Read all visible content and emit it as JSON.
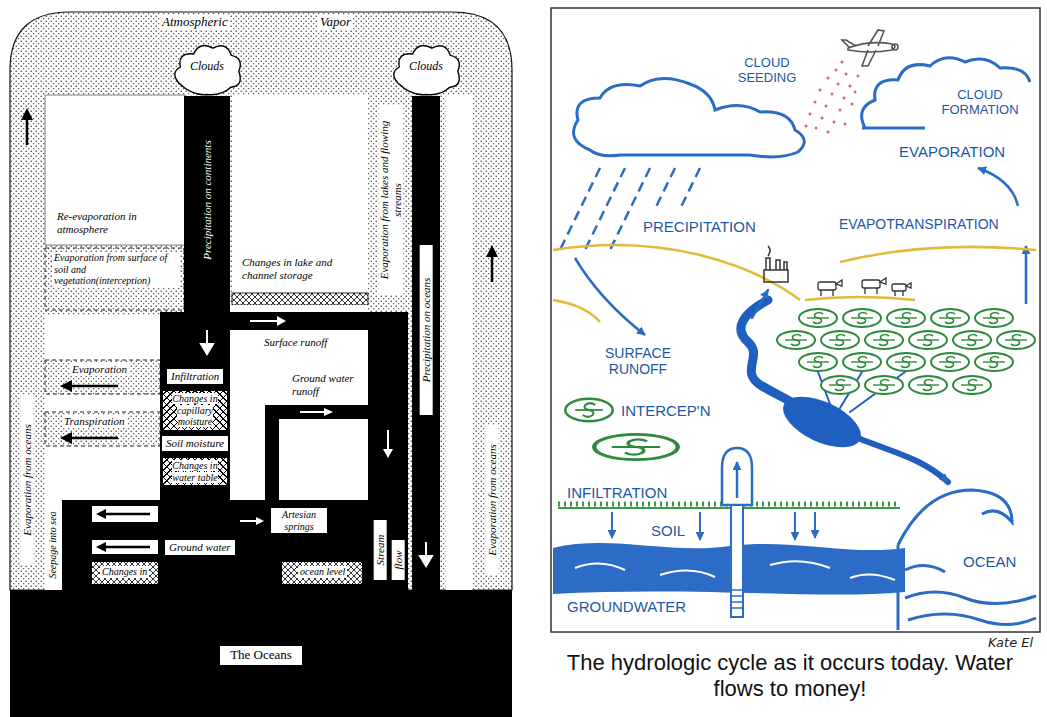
{
  "diagram": {
    "caption": "The hydrologic cycle as it occurs today. Water flows to money!",
    "nodes": [
      {
        "text": [
          "Clouds"
        ]
      },
      {
        "text": [
          "Clouds"
        ]
      },
      {
        "text": [
          "Infiltration"
        ]
      },
      {
        "text": [
          "Changes in capillary moisture"
        ]
      },
      {
        "text": [
          "Soil moisture"
        ]
      },
      {
        "text": [
          "Changes in water table"
        ]
      },
      {
        "text": [
          "Ground water"
        ]
      },
      {
        "text": [
          "Artesian springs"
        ]
      },
      {
        "text": [
          "The Oceans"
        ]
      }
    ],
    "edges": [
      {
        "from": 0,
        "to": 2,
        "label": "Precipitation on continents",
        "arrow": "to"
      },
      {
        "from": 1,
        "to": 8,
        "label": "Precipitation on oceans",
        "arrow": "to"
      }
    ],
    "labels": [
      "Atmospheric",
      "Vapor",
      "Re-evaporation in atmosphere",
      "Evaporation from surface of soil and vegetation(interception)",
      "Changes in lake and channel storage",
      "Evaporation from lakes and flowing streams",
      "Surface runoff",
      "Evaporation",
      "Transpiration",
      "Ground water runoff",
      "Evaporation from oceans",
      "Evaporation from oceans",
      "Seepage into sea",
      "Changes in",
      "ocean level",
      "Stream",
      "flow",
      "CLOUD SEEDING",
      "CLOUD FORMATION",
      "EVAPORATION",
      "PRECIPITATION",
      "EVAPOTRANSPIRATION",
      "SURFACE RUNOFF",
      "INTERCEP'N",
      "INFILTRATION",
      "SOIL",
      "OCEAN",
      "GROUNDWATER",
      "Kate El"
    ]
  }
}
